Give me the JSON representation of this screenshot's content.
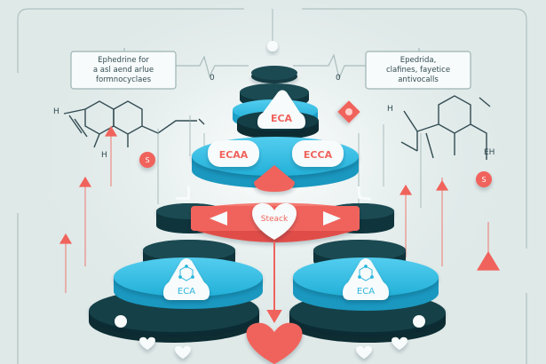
{
  "callouts": {
    "left": {
      "line1": "Ephedrine for",
      "line2": "a asl aend arlue",
      "line3": "formnocyclaes"
    },
    "right": {
      "line1": "Epedrida,",
      "line2": "clafines, fayetice",
      "line3": "antivocalls"
    }
  },
  "labels": {
    "top_eca": "ECA",
    "mid_left": "ECAA",
    "mid_right": "ECCA",
    "center": "Steack",
    "bottom_left": "ECA",
    "bottom_right": "ECA",
    "left_h": "H",
    "left_h2": "H",
    "left_zero": "0",
    "right_zero": "0",
    "right_h": "H",
    "right_eh": "EH",
    "left_badge": "S",
    "right_badge": "S"
  },
  "colors": {
    "background": "#dfe9e8",
    "cyan": "#2bb6dd",
    "dark": "#123b42",
    "coral": "#f0635c",
    "light": "#f7fbfb"
  },
  "icons": [
    "heart-icon",
    "lattice-icon",
    "molecule-icon",
    "arrow-icon"
  ]
}
